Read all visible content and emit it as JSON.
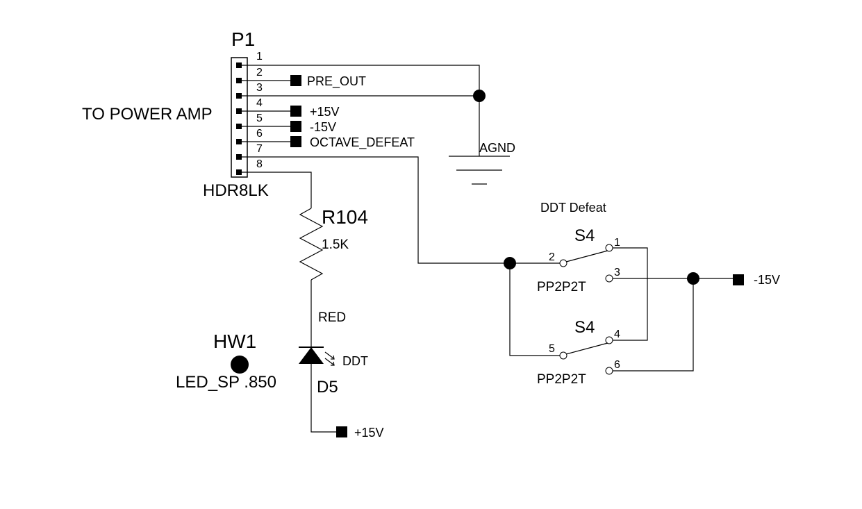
{
  "connector": {
    "ref": "P1",
    "part": "HDR8LK",
    "description": "TO POWER AMP",
    "pins": [
      "1",
      "2",
      "3",
      "4",
      "5",
      "6",
      "7",
      "8"
    ]
  },
  "nets": {
    "pre_out": "PRE_OUT",
    "plus15_a": "+15V",
    "minus15_a": "-15V",
    "octave_defeat": "OCTAVE_DEFEAT",
    "agnd": "AGND",
    "plus15_b": "+15V",
    "minus15_b": "-15V"
  },
  "resistor": {
    "ref": "R104",
    "value": "1.5K"
  },
  "led": {
    "ref": "D5",
    "color": "RED",
    "label": "DDT"
  },
  "hardware": {
    "ref": "HW1",
    "value": "LED_SP .850"
  },
  "switch": {
    "title": "DDT Defeat",
    "ref_a": "S4",
    "ref_b": "S4",
    "part_a": "PP2P2T",
    "part_b": "PP2P2T",
    "pins": [
      "1",
      "2",
      "3",
      "4",
      "5",
      "6"
    ]
  }
}
